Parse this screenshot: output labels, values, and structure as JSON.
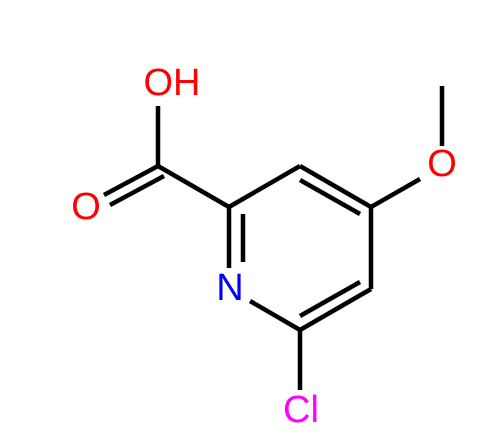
{
  "molecule": {
    "atoms": {
      "hydroxyl": {
        "label": "OH",
        "color": "#ff0000"
      },
      "carbonyl_oxygen": {
        "label": "O",
        "color": "#ff0000"
      },
      "methoxy_oxygen": {
        "label": "O",
        "color": "#ff0000"
      },
      "ring_nitrogen": {
        "label": "N",
        "color": "#0000ff"
      },
      "chlorine": {
        "label": "Cl",
        "color": "#ff00ff"
      }
    },
    "bond_color": "#000000"
  }
}
